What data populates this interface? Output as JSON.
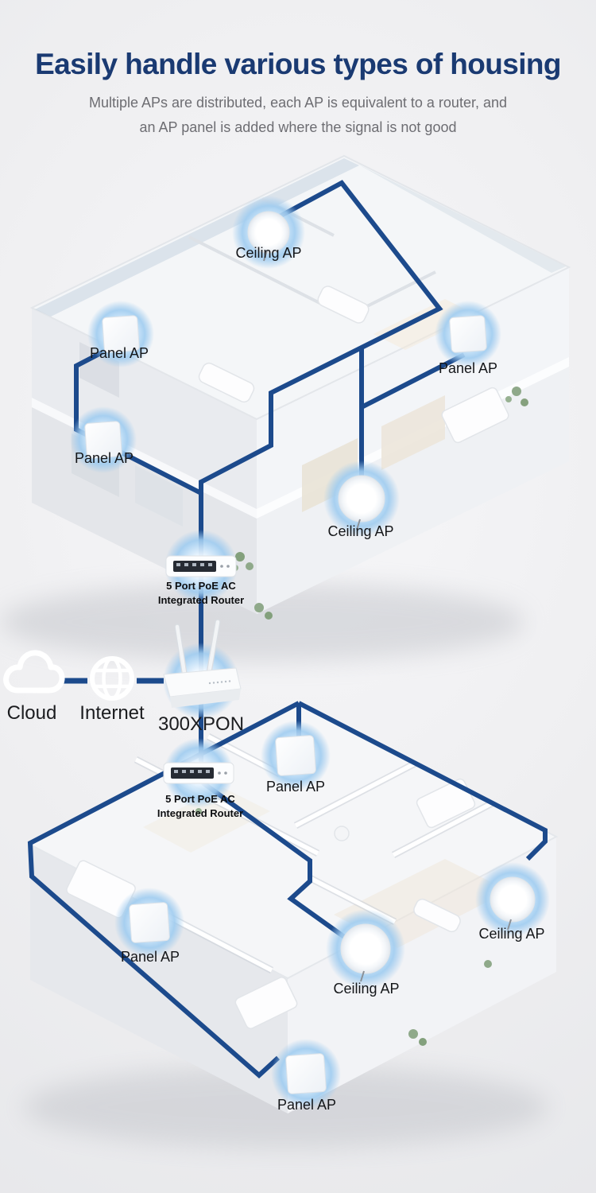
{
  "header": {
    "title": "Easily handle various types of housing",
    "subtitle_line1": "Multiple APs are distributed, each AP is equivalent to a router, and",
    "subtitle_line2": "an AP panel is added where the signal is not good"
  },
  "ap_badges": [
    {
      "type": "ceiling",
      "label": "Ceiling AP"
    },
    {
      "type": "panel",
      "label": "Panel AP"
    },
    {
      "type": "panel",
      "label": "Panel AP"
    },
    {
      "type": "panel",
      "label": "Panel AP"
    },
    {
      "type": "ceiling",
      "label": "Ceiling AP"
    },
    {
      "type": "panel",
      "label": "Panel AP"
    },
    {
      "type": "panel",
      "label": "Panel AP"
    },
    {
      "type": "ceiling",
      "label": "Ceiling AP"
    },
    {
      "type": "ceiling",
      "label": "Ceiling AP"
    },
    {
      "type": "panel",
      "label": "Panel AP"
    }
  ],
  "backbone": {
    "cloud_label": "Cloud",
    "internet_label": "Internet",
    "main_router_label": "300XPON",
    "poe_caption_line1": "5 Port PoE AC",
    "poe_caption_line2": "Integrated Router"
  },
  "colors": {
    "title_navy": "#1a3a72",
    "cable_blue": "#1c4a8c",
    "badge_blue": "#9fccf0",
    "subtitle_gray": "#6d6d72"
  }
}
